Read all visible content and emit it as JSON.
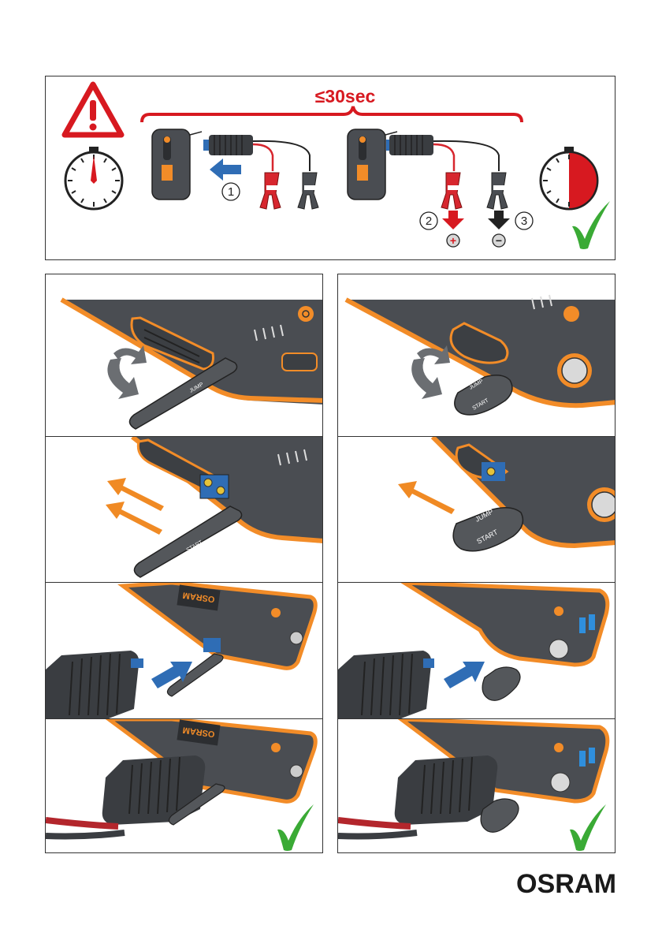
{
  "header": {
    "time_limit": "≤30sec",
    "warning_icon": "warning-triangle-icon",
    "timer_start_icon": "stopwatch-icon",
    "timer_end_icon": "stopwatch-half-icon"
  },
  "steps": [
    {
      "number": "1",
      "action": "insert-cable"
    },
    {
      "number": "2",
      "action": "connect-positive"
    },
    {
      "number": "3",
      "action": "connect-negative"
    }
  ],
  "terminals": {
    "positive": "+",
    "negative": "−"
  },
  "device_labels": {
    "cover_line1": "JUMP",
    "cover_line2": "START",
    "brand_on_device": "OSRAM"
  },
  "colors": {
    "warning_red": "#d71920",
    "clamp_red": "#d7262e",
    "arrow_blue": "#2f6db5",
    "arrow_orange": "#f08a24",
    "device_orange": "#f28c28",
    "device_body": "#4a4d52",
    "check_green": "#3aaa35"
  },
  "success_icon": "checkmark-icon",
  "logo": {
    "text": "OSRAM"
  }
}
